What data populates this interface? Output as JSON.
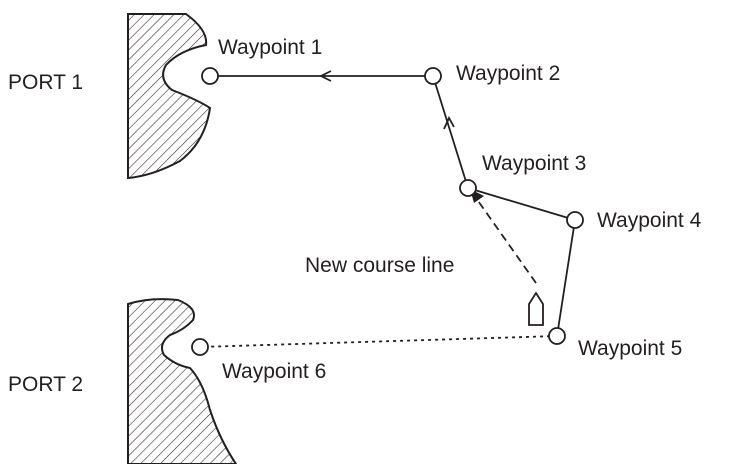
{
  "ports": [
    {
      "id": "port1",
      "label": "PORT 1"
    },
    {
      "id": "port2",
      "label": "PORT 2"
    }
  ],
  "waypoints": [
    {
      "id": "wp1",
      "label": "Waypoint 1"
    },
    {
      "id": "wp2",
      "label": "Waypoint 2"
    },
    {
      "id": "wp3",
      "label": "Waypoint 3"
    },
    {
      "id": "wp4",
      "label": "Waypoint 4"
    },
    {
      "id": "wp5",
      "label": "Waypoint 5"
    },
    {
      "id": "wp6",
      "label": "Waypoint 6"
    }
  ],
  "annotations": {
    "new_course_line": "New course line"
  },
  "colors": {
    "ink": "#231f20",
    "background": "#ffffff"
  }
}
